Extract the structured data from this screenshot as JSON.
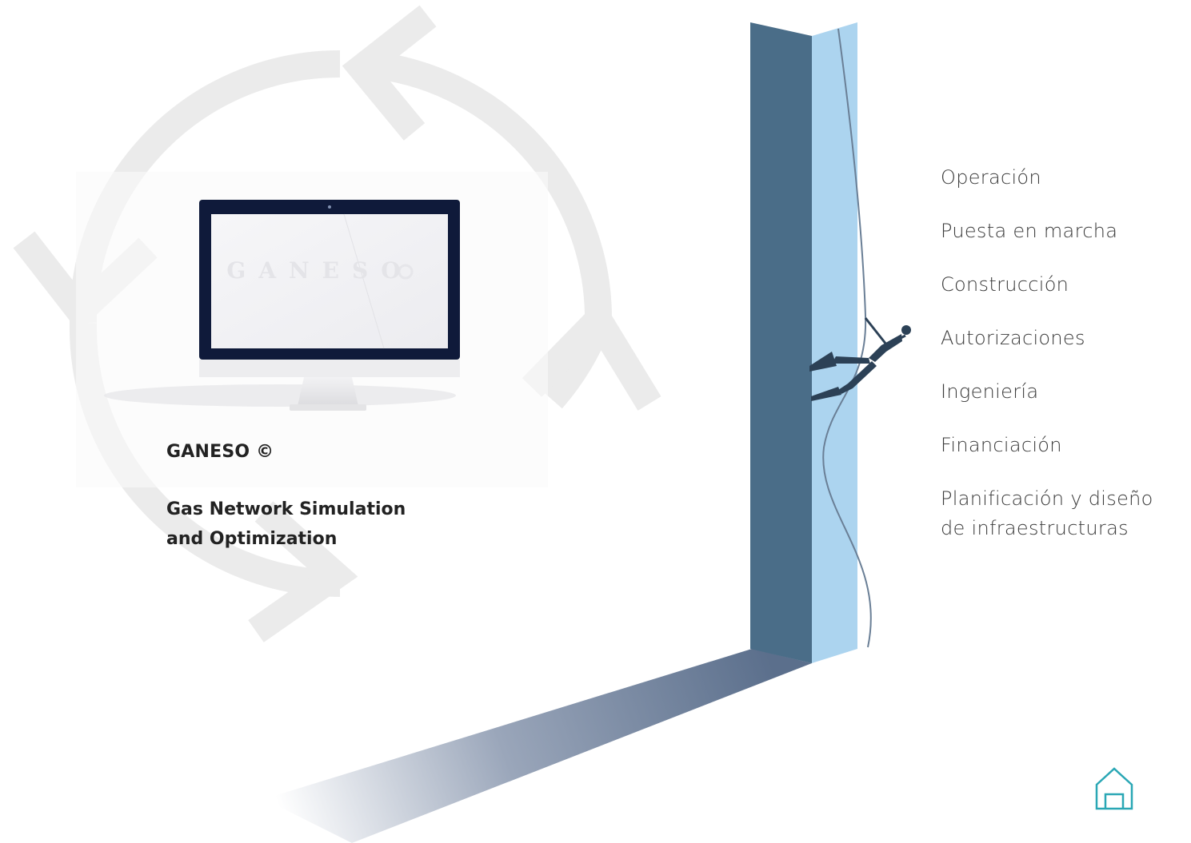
{
  "product": {
    "name": "GANESO ©",
    "description_line1": "Gas Network Simulation",
    "description_line2": "and Optimization",
    "screen_logo": "GANESO"
  },
  "phases": [
    {
      "label": "Operación"
    },
    {
      "label": "Puesta en marcha"
    },
    {
      "label": "Construcción"
    },
    {
      "label": "Autorizaciones"
    },
    {
      "label": "Ingeniería"
    },
    {
      "label": "Financiación"
    },
    {
      "label_line1": "Planificación y diseño",
      "label_line2": "de infraestructuras"
    }
  ],
  "colors": {
    "cycle_arrows": "#ebebeb",
    "wall_dark": "#4a6d88",
    "wall_light": "#acd4ef",
    "shadow": "#5b6f8c",
    "home_icon": "#2aa7b5",
    "monitor_frame": "#0f1a3a"
  },
  "icons": {
    "home": "home-icon"
  }
}
